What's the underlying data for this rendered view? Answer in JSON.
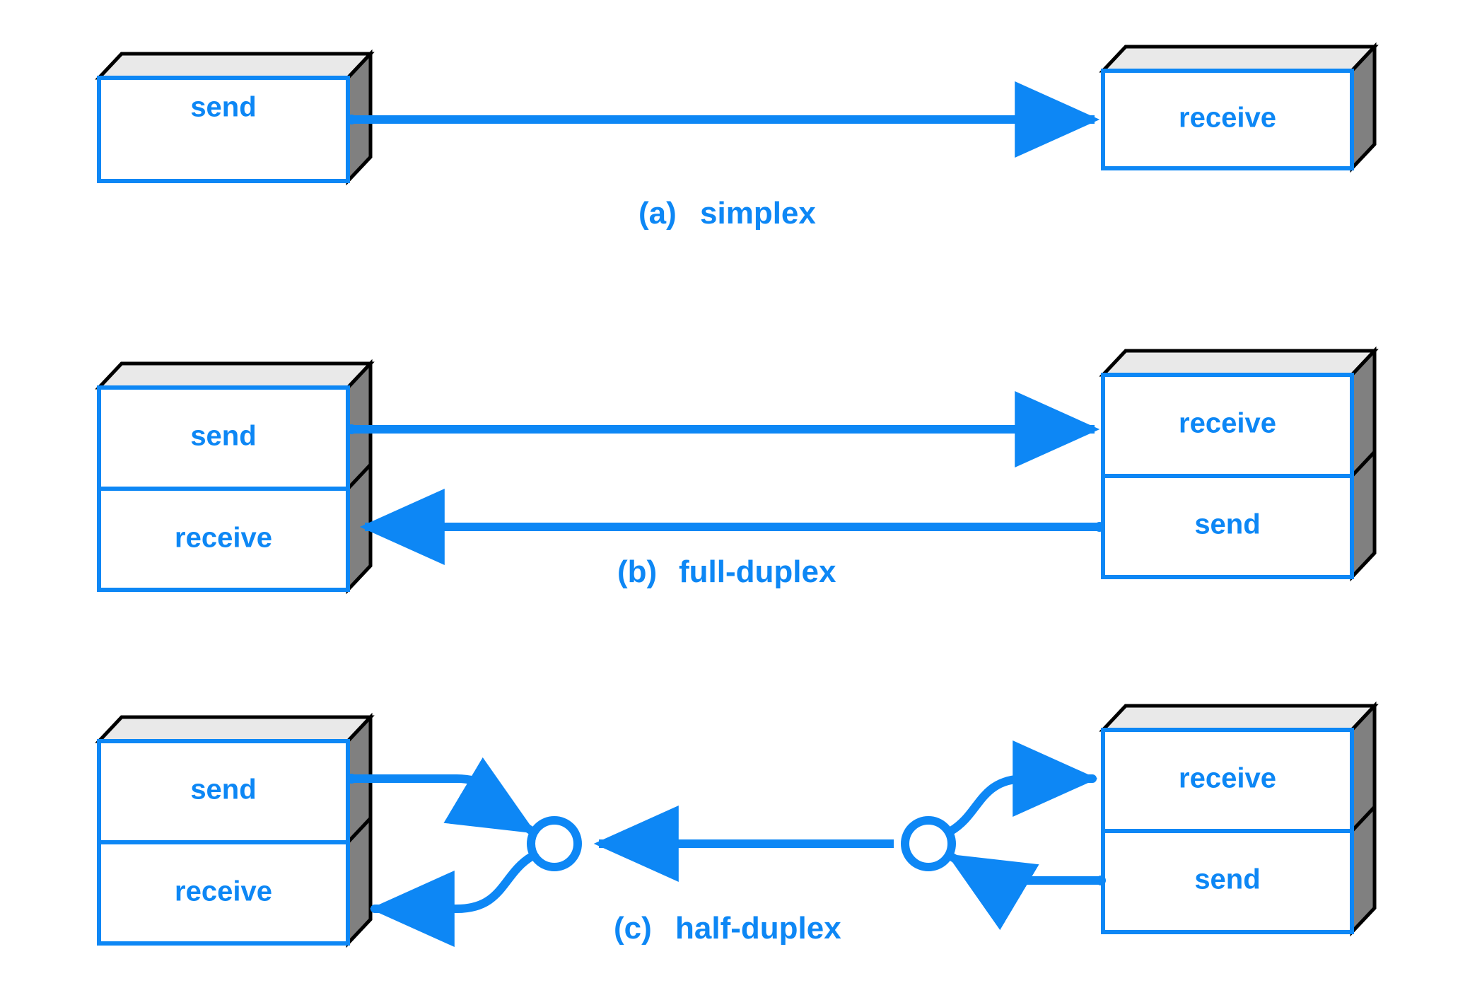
{
  "figure": {
    "background": "#ffffff",
    "accent_blue": "#0d87f5",
    "box_top_face": "#e9e9e9",
    "box_side_face": "#808080",
    "edge_black": "#000000"
  },
  "panels": [
    {
      "id": "a",
      "caption": "(a)  simplex",
      "caption_index": "(a)",
      "caption_text": "simplex",
      "left_box": {
        "compartments": [
          "send"
        ]
      },
      "right_box": {
        "compartments": [
          "receive"
        ]
      },
      "links": [
        {
          "from": "left.send",
          "to": "right.receive",
          "direction": "right",
          "style": "straight"
        }
      ]
    },
    {
      "id": "b",
      "caption": "(b)  full-duplex",
      "caption_index": "(b)",
      "caption_text": "full-duplex",
      "left_box": {
        "compartments": [
          "send",
          "receive"
        ]
      },
      "right_box": {
        "compartments": [
          "receive",
          "send"
        ]
      },
      "links": [
        {
          "from": "left.send",
          "to": "right.receive",
          "direction": "right",
          "style": "straight"
        },
        {
          "from": "right.send",
          "to": "left.receive",
          "direction": "left",
          "style": "straight"
        }
      ]
    },
    {
      "id": "c",
      "caption": "(c)  half-duplex",
      "caption_index": "(c)",
      "caption_text": "half-duplex",
      "left_box": {
        "compartments": [
          "send",
          "receive"
        ]
      },
      "right_box": {
        "compartments": [
          "receive",
          "send"
        ]
      },
      "junctions": [
        "left-junction-circle",
        "right-junction-circle"
      ],
      "links": [
        {
          "from": "left.send",
          "to": "left-junction-circle",
          "direction": "right",
          "style": "curved"
        },
        {
          "from": "left-junction-circle",
          "to": "left.receive",
          "direction": "left",
          "style": "curved"
        },
        {
          "from": "right-junction-circle",
          "to": "left-junction-circle",
          "direction": "left",
          "style": "straight"
        },
        {
          "from": "right-junction-circle",
          "to": "right.receive",
          "direction": "right",
          "style": "curved"
        },
        {
          "from": "right.send",
          "to": "right-junction-circle",
          "direction": "left",
          "style": "curved"
        }
      ]
    }
  ],
  "labels": {
    "send": "send",
    "receive": "receive"
  }
}
